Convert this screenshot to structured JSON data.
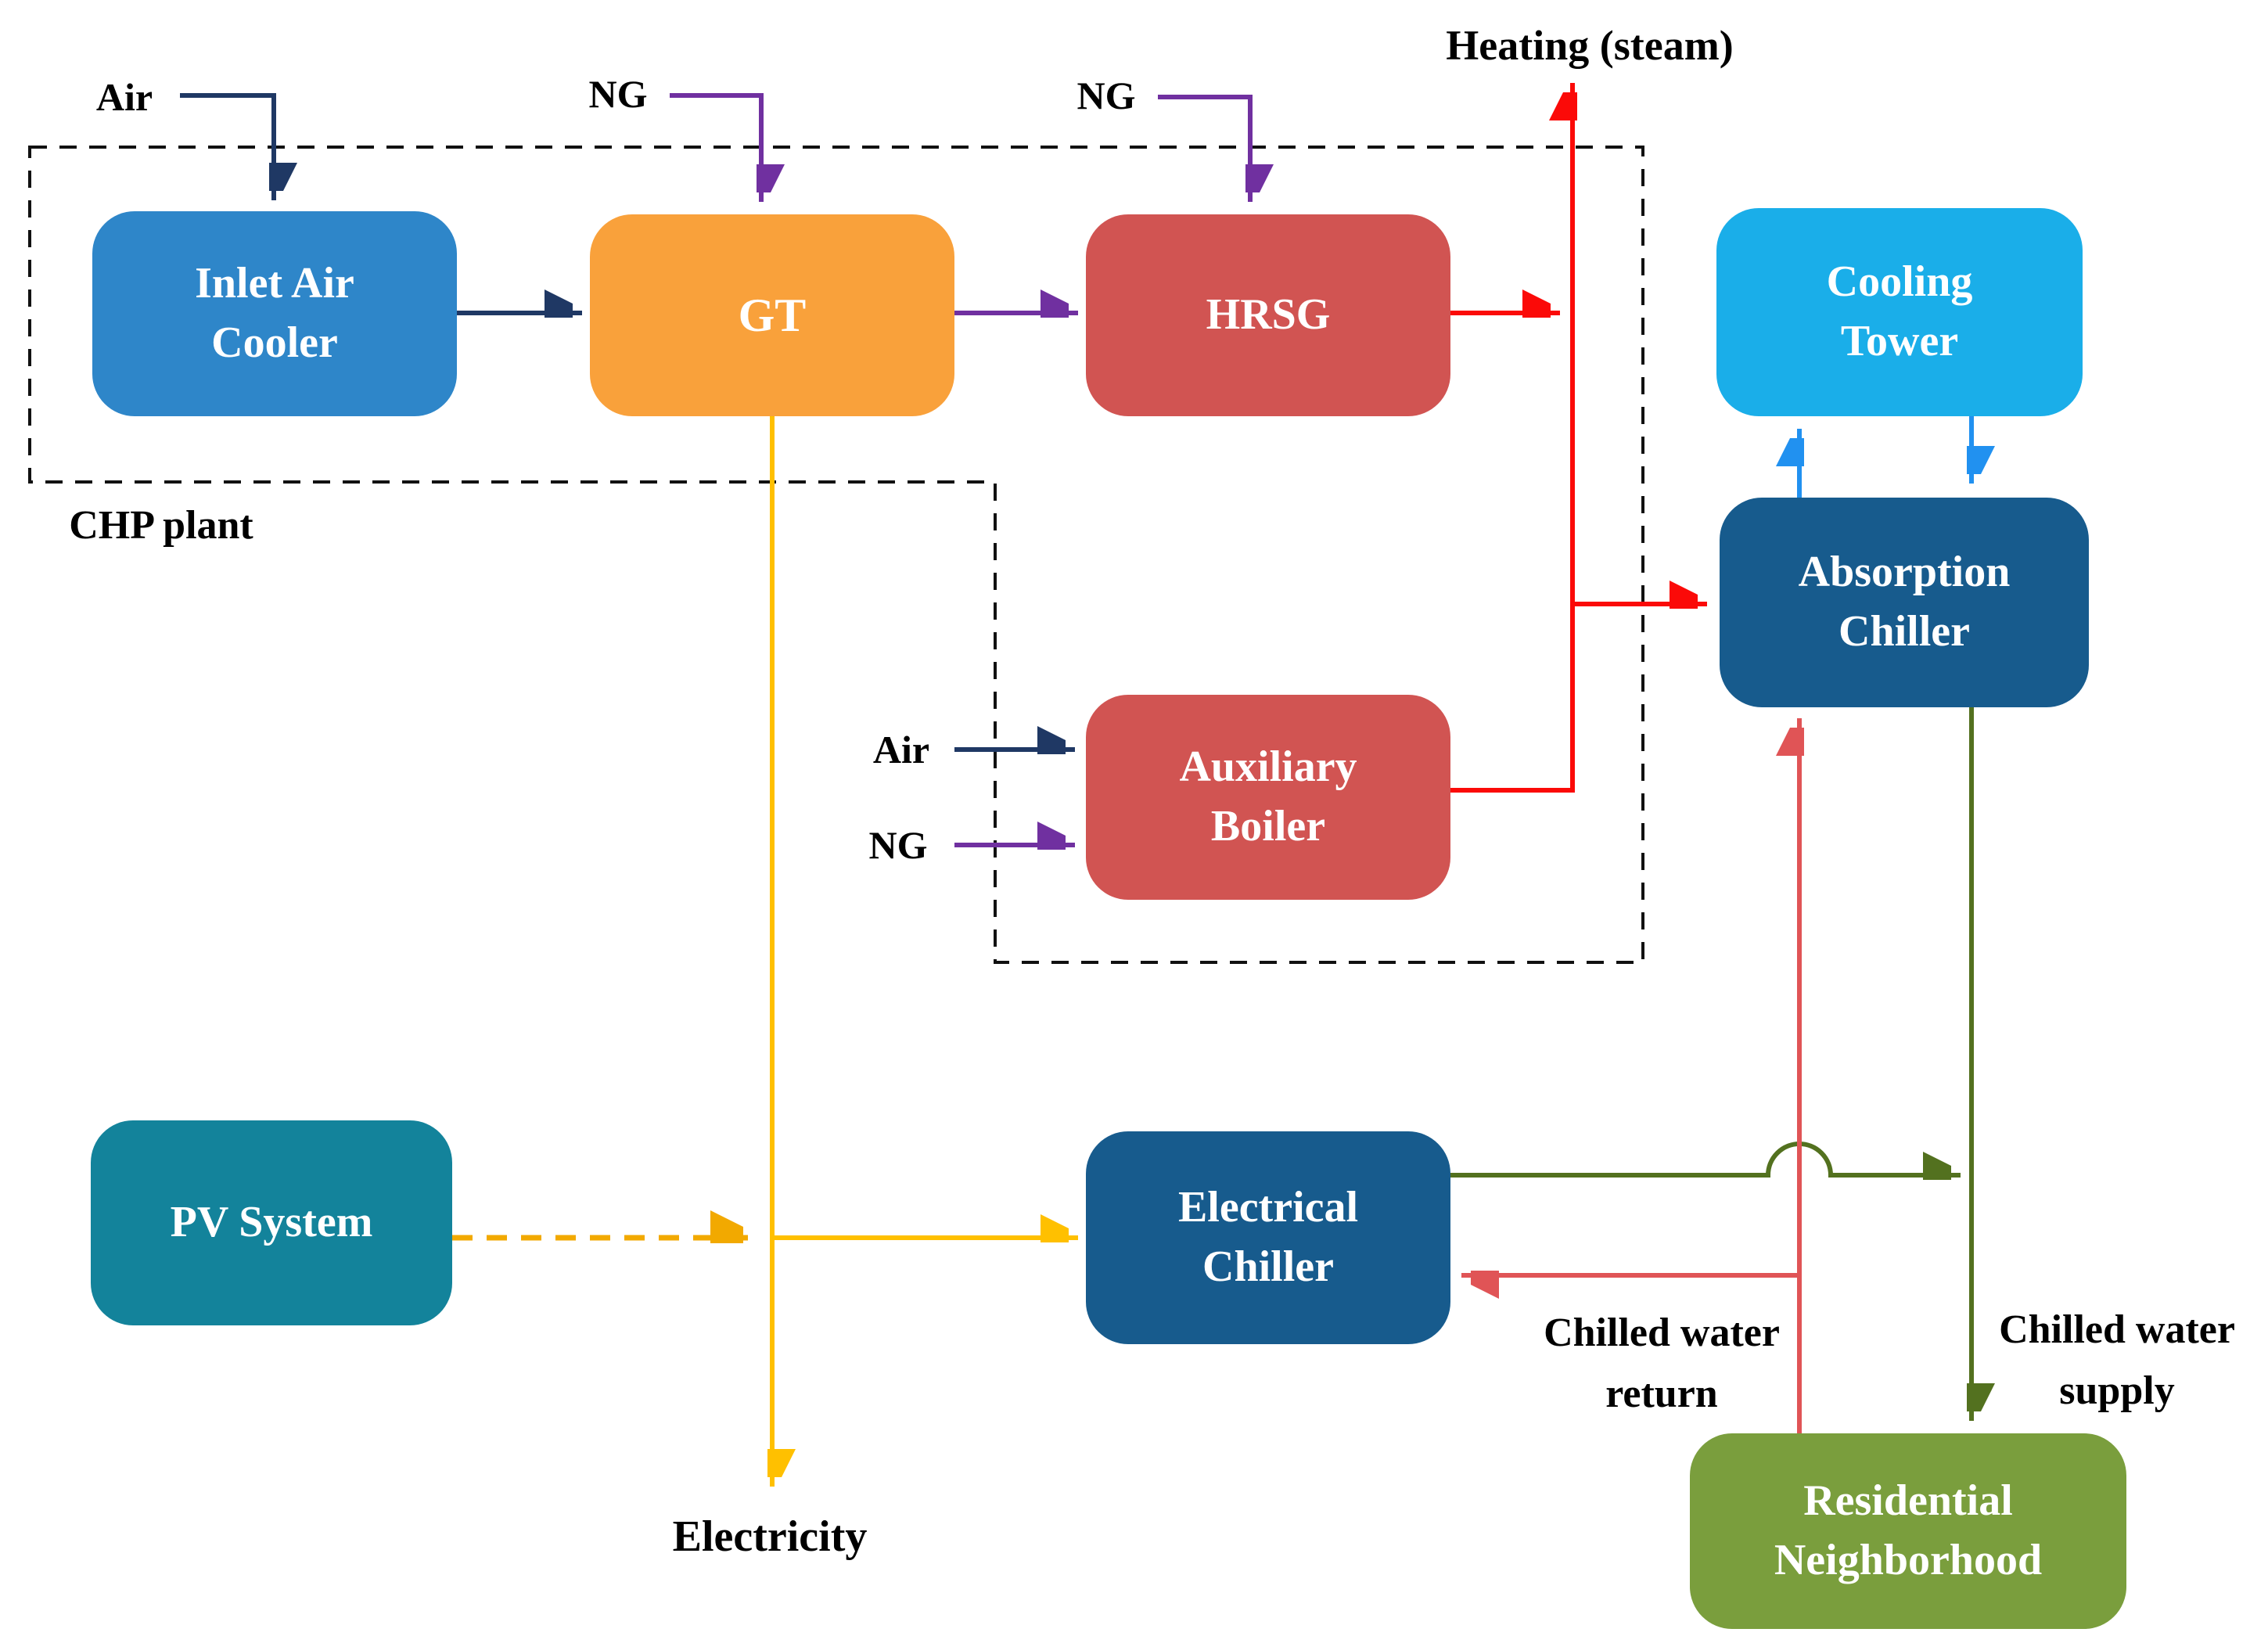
{
  "palette": {
    "navy": "#1F3864",
    "purple": "#7030A0",
    "red": "#FB0A08",
    "salmon": "#E05456",
    "blue": "#2191F0",
    "yellow": "#FFC000",
    "yellow_dashed": "#F2A900",
    "green": "#53711F",
    "boundary": "#111111"
  },
  "nodes": {
    "inlet_air_cooler": {
      "line1": "Inlet Air",
      "line2": "Cooler",
      "color": "#2E86C9"
    },
    "gt": {
      "line1": "GT",
      "color": "#F9A13B"
    },
    "hrsg": {
      "line1": "HRSG",
      "color": "#D15452"
    },
    "cooling_tower": {
      "line1": "Cooling",
      "line2": "Tower",
      "color": "#1AAEE9"
    },
    "absorption_chiller": {
      "line1": "Absorption",
      "line2": "Chiller",
      "color": "#175B8D"
    },
    "auxiliary_boiler": {
      "line1": "Auxiliary",
      "line2": "Boiler",
      "color": "#D15452"
    },
    "pv_system": {
      "line1": "PV System",
      "color": "#13839B"
    },
    "electrical_chiller": {
      "line1": "Electrical",
      "line2": "Chiller",
      "color": "#175B8D"
    },
    "residential_neighborhood": {
      "line1": "Residential",
      "line2": "Neighborhood",
      "color": "#7A9E3D"
    }
  },
  "labels": {
    "air_top": "Air",
    "ng_gt": "NG",
    "ng_hrsg": "NG",
    "heating_steam": "Heating (steam)",
    "chp_plant": "CHP plant",
    "air_boiler": "Air",
    "ng_boiler": "NG",
    "electricity": "Electricity",
    "chilled_water_return_line1": "Chilled water",
    "chilled_water_return_line2": "return",
    "chilled_water_supply_line1": "Chilled water",
    "chilled_water_supply_line2": "supply"
  }
}
